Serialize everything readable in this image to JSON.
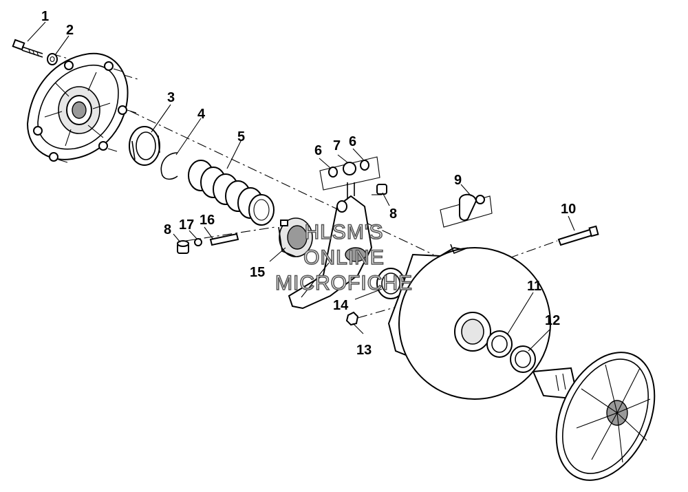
{
  "callouts": {
    "c1": "1",
    "c2": "2",
    "c3": "3",
    "c4": "4",
    "c5": "5",
    "c6a": "6",
    "c7": "7",
    "c6b": "6",
    "c8a": "8",
    "c8b": "8",
    "c9": "9",
    "c10": "10",
    "c11": "11",
    "c12": "12",
    "c13": "13",
    "c14": "14",
    "c15": "15",
    "c16": "16",
    "c17": "17"
  },
  "watermark": {
    "line1": "HLSM'S",
    "line2": "ONLINE",
    "line3": "MICROFICHE"
  }
}
